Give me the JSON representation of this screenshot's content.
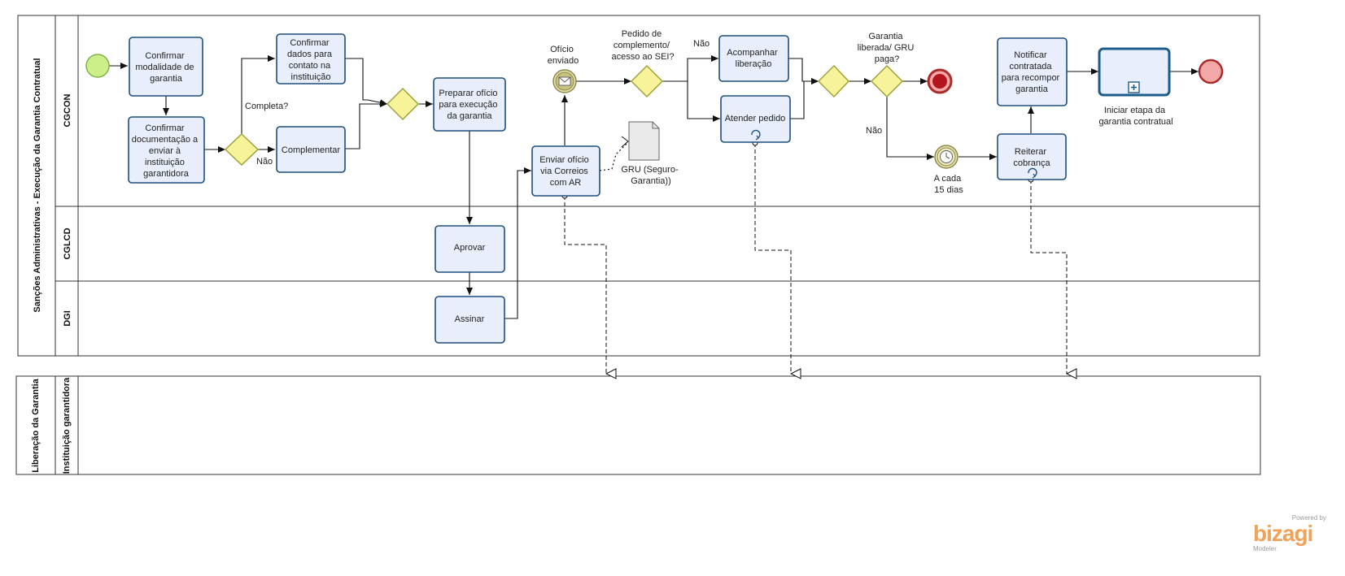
{
  "pools": [
    {
      "name": "Sanções Administrativas - Execução da Garantia Contratual",
      "lanes": [
        "CGCON",
        "CGLCD",
        "DGI"
      ]
    },
    {
      "name": "Liberação da Garantia",
      "lanes": [
        "Instituição garantidora"
      ]
    }
  ],
  "tasks": {
    "confirmar_modalidade": [
      "Confirmar",
      "modalidade de",
      "garantia"
    ],
    "confirmar_documentacao": [
      "Confirmar",
      "documentação a",
      "enviar à",
      "instituição",
      "garantidora"
    ],
    "confirmar_dados": [
      "Confirmar",
      "dados para",
      "contato na",
      "instituição"
    ],
    "complementar": [
      "Complementar"
    ],
    "preparar_oficio": [
      "Preparar ofício",
      "para execução",
      "da garantia"
    ],
    "aprovar": [
      "Aprovar"
    ],
    "assinar": [
      "Assinar"
    ],
    "enviar_oficio": [
      "Enviar ofício",
      "via Correios",
      "com AR"
    ],
    "acompanhar": [
      "Acompanhar",
      "liberação"
    ],
    "atender_pedido": [
      "Atender pedido"
    ],
    "notificar": [
      "Notificar",
      "contratada",
      "para recompor",
      "garantia"
    ],
    "reiterar": [
      "Reiterar",
      "cobrança"
    ]
  },
  "labels": {
    "completa": "Completa?",
    "nao_1": "Não",
    "oficio_enviado": [
      "Ofício",
      "enviado"
    ],
    "pedido_complemento": [
      "Pedido de",
      "complemento/",
      "acesso ao SEI?"
    ],
    "nao_2": "Não",
    "garantia_liberada": [
      "Garantia",
      "liberada/ GRU",
      "paga?"
    ],
    "nao_3": "Não",
    "a_cada": [
      "A cada",
      "15 dias"
    ],
    "gru": [
      "GRU (Seguro-",
      "Garantia))"
    ],
    "subprocess": [
      "Iniciar etapa da",
      "garantia contratual"
    ]
  },
  "branding": {
    "powered": "Powered by",
    "logo": "bizagi",
    "product": "Modeler"
  },
  "colors": {
    "task_fill": "#e8eefb",
    "task_stroke": "#1d4e7d",
    "gateway_fill": "#f7f39a",
    "gateway_stroke": "#9aa034",
    "start_fill": "#ccef8a",
    "end_fill": "#f1a8a6",
    "end_stroke": "#a92b2b",
    "event_fill": "#e4dfae",
    "event_stroke": "#8b8b4a"
  }
}
